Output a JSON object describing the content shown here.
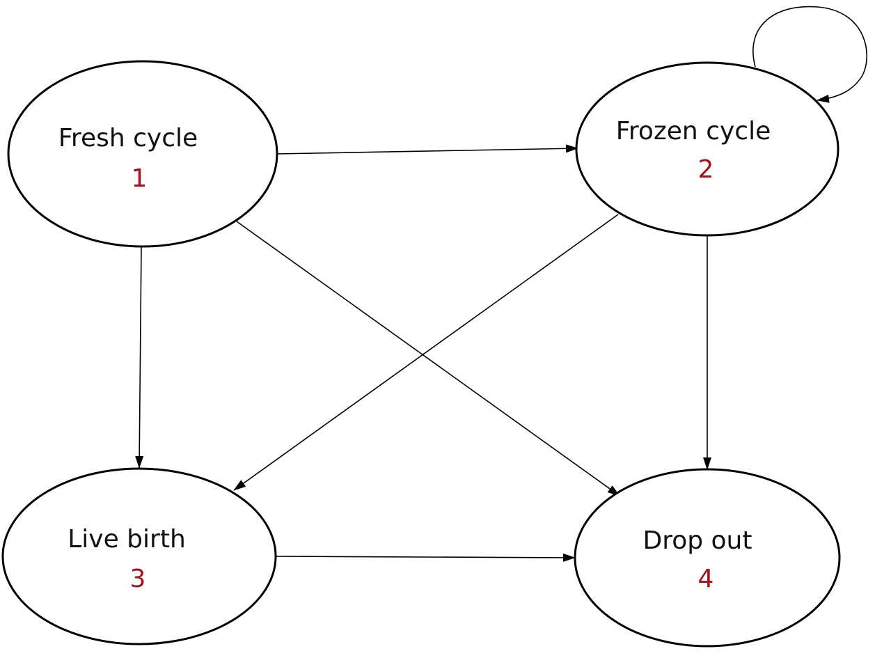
{
  "diagram": {
    "colors": {
      "line": "#000000",
      "label": "#111111",
      "number": "#a50f15"
    },
    "nodes": [
      {
        "id": "fresh-cycle",
        "label": "Fresh cycle",
        "number": "1"
      },
      {
        "id": "frozen-cycle",
        "label": "Frozen cycle",
        "number": "2"
      },
      {
        "id": "live-birth",
        "label": "Live birth",
        "number": "3"
      },
      {
        "id": "drop-out",
        "label": "Drop out",
        "number": "4"
      }
    ],
    "edges": [
      {
        "from": "fresh-cycle",
        "to": "frozen-cycle"
      },
      {
        "from": "fresh-cycle",
        "to": "live-birth"
      },
      {
        "from": "fresh-cycle",
        "to": "drop-out"
      },
      {
        "from": "frozen-cycle",
        "to": "frozen-cycle"
      },
      {
        "from": "frozen-cycle",
        "to": "live-birth"
      },
      {
        "from": "frozen-cycle",
        "to": "drop-out"
      },
      {
        "from": "live-birth",
        "to": "drop-out"
      }
    ]
  }
}
